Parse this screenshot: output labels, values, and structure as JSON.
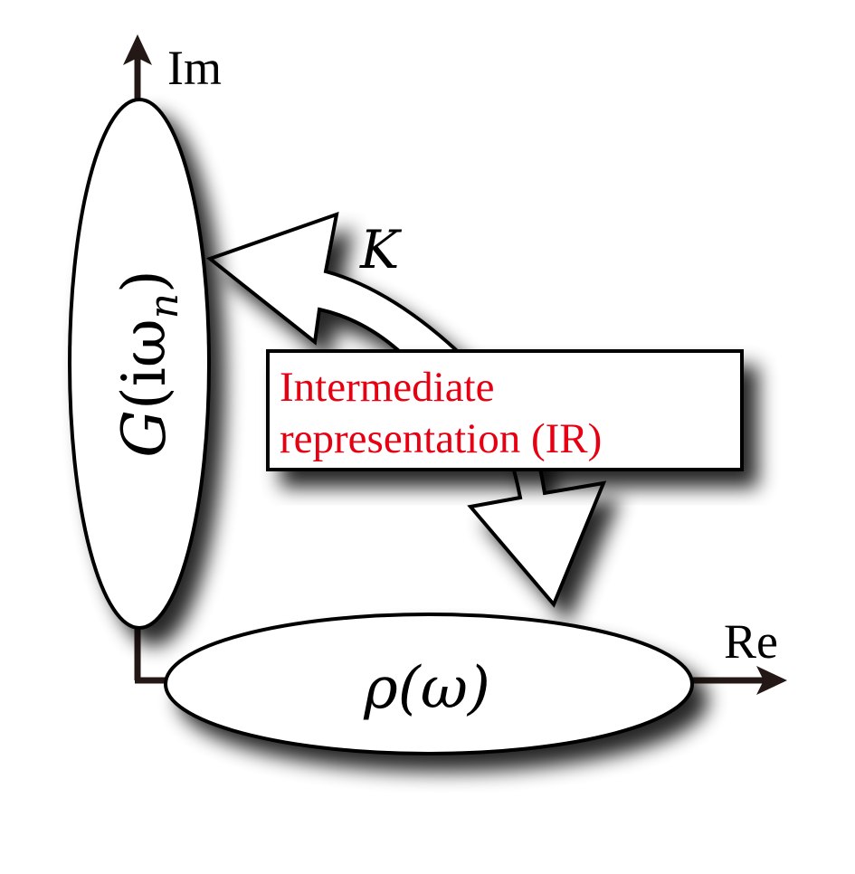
{
  "axes": {
    "imaginary_label": "Im",
    "real_label": "Re"
  },
  "nodes": {
    "matsubara": {
      "symbol": "G",
      "argument": "(iω",
      "subscript": "n",
      "close": ")"
    },
    "spectral": {
      "label": "ρ(ω)"
    }
  },
  "kernel": {
    "label": "K"
  },
  "ir_box": {
    "line1": "Intermediate",
    "line2": "representation (IR)"
  },
  "colors": {
    "axis": "#231815",
    "outline": "#000000",
    "fill": "#ffffff",
    "ir_text": "#e60012",
    "text": "#000000"
  }
}
